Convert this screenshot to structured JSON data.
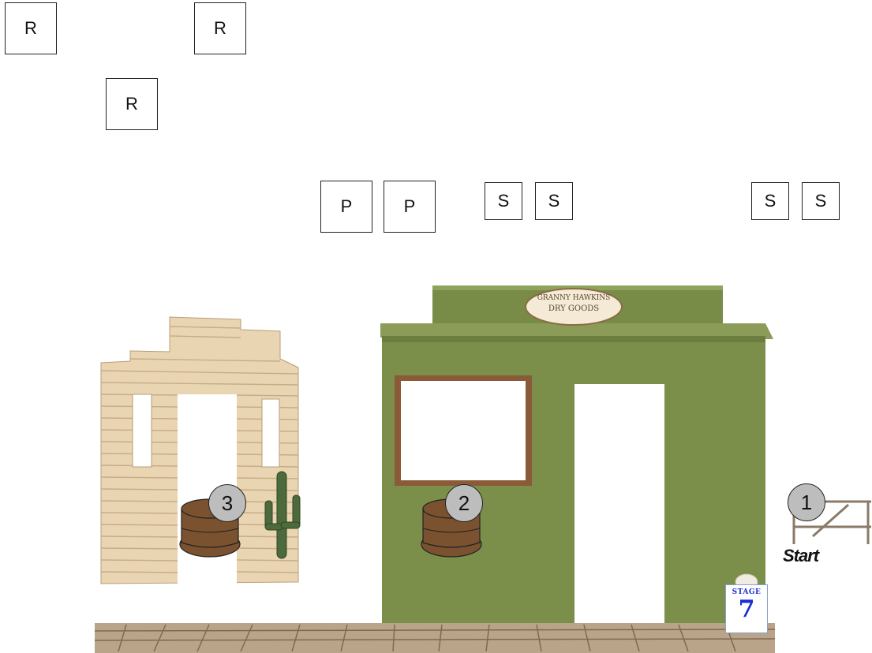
{
  "letter_tiles": {
    "row1": [
      "R",
      "R"
    ],
    "row2": [
      "R"
    ],
    "row3": [
      "P",
      "P",
      "S",
      "S",
      "S",
      "S"
    ]
  },
  "hats": {
    "hat_3_number": "3",
    "hat_2_number": "2"
  },
  "start": {
    "number": "1",
    "label": "Start"
  },
  "sign": {
    "line1": "GRANNY HAWKINS",
    "line2": "DRY GOODS"
  },
  "stage": {
    "word": "STAGE",
    "number": "7"
  },
  "colors": {
    "green_wall": "#7b8f4a",
    "wood_siding": "#e8d2ae",
    "hat_brown": "#7a5230",
    "badge_gray": "#bdbdbd",
    "stage_blue": "#1a2fd0"
  }
}
